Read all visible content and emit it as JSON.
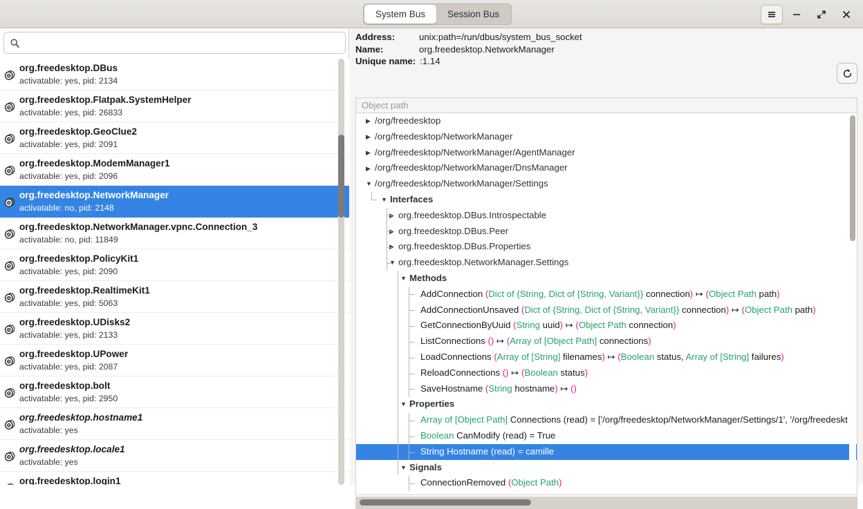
{
  "window": {
    "tabs": [
      {
        "label": "System Bus",
        "active": true
      },
      {
        "label": "Session Bus",
        "active": false
      }
    ],
    "controls": {
      "menu": "hamburger-menu-icon",
      "minimize": "minimize-icon",
      "maximize": "maximize-icon",
      "close": "close-icon"
    }
  },
  "sidebar": {
    "search_placeholder": "",
    "search_value": "",
    "search_icon": "search-icon",
    "items": [
      {
        "name": "org.freedesktop.DBus",
        "detail": "activatable: yes, pid: 2134",
        "selected": false,
        "italic": false
      },
      {
        "name": "org.freedesktop.Flatpak.SystemHelper",
        "detail": "activatable: yes, pid: 26833",
        "selected": false,
        "italic": false
      },
      {
        "name": "org.freedesktop.GeoClue2",
        "detail": "activatable: yes, pid: 2091",
        "selected": false,
        "italic": false
      },
      {
        "name": "org.freedesktop.ModemManager1",
        "detail": "activatable: yes, pid: 2096",
        "selected": false,
        "italic": false
      },
      {
        "name": "org.freedesktop.NetworkManager",
        "detail": "activatable: no, pid: 2148",
        "selected": true,
        "italic": false
      },
      {
        "name": "org.freedesktop.NetworkManager.vpnc.Connection_3",
        "detail": "activatable: no, pid: 11849",
        "selected": false,
        "italic": false
      },
      {
        "name": "org.freedesktop.PolicyKit1",
        "detail": "activatable: yes, pid: 2090",
        "selected": false,
        "italic": false
      },
      {
        "name": "org.freedesktop.RealtimeKit1",
        "detail": "activatable: yes, pid: 5063",
        "selected": false,
        "italic": false
      },
      {
        "name": "org.freedesktop.UDisks2",
        "detail": "activatable: yes, pid: 2133",
        "selected": false,
        "italic": false
      },
      {
        "name": "org.freedesktop.UPower",
        "detail": "activatable: yes, pid: 2087",
        "selected": false,
        "italic": false
      },
      {
        "name": "org.freedesktop.bolt",
        "detail": "activatable: yes, pid: 2950",
        "selected": false,
        "italic": false
      },
      {
        "name": "org.freedesktop.hostname1",
        "detail": "activatable: yes",
        "selected": false,
        "italic": true
      },
      {
        "name": "org.freedesktop.locale1",
        "detail": "activatable: yes",
        "selected": false,
        "italic": true
      },
      {
        "name": "org.freedesktop.login1",
        "detail": "",
        "selected": false,
        "italic": false
      }
    ]
  },
  "info": {
    "address_label": "Address:",
    "address_value": "unix:path=/run/dbus/system_bus_socket",
    "name_label": "Name:",
    "name_value": "org.freedesktop.NetworkManager",
    "unique_label": "Unique name:",
    "unique_value": ":1.14",
    "refresh_icon": "refresh-icon"
  },
  "objectpath": {
    "placeholder": "Object path",
    "value": ""
  },
  "tree": {
    "rows": [
      {
        "kind": "node",
        "indent": 0,
        "arrow": "collapsed",
        "text": "/org/freedesktop",
        "bold": false
      },
      {
        "kind": "node",
        "indent": 0,
        "arrow": "collapsed",
        "text": "/org/freedesktop/NetworkManager",
        "bold": false
      },
      {
        "kind": "node",
        "indent": 0,
        "arrow": "collapsed",
        "text": "/org/freedesktop/NetworkManager/AgentManager",
        "bold": false
      },
      {
        "kind": "node",
        "indent": 0,
        "arrow": "collapsed",
        "text": "/org/freedesktop/NetworkManager/DnsManager",
        "bold": false
      },
      {
        "kind": "node",
        "indent": 0,
        "arrow": "expanded",
        "text": "/org/freedesktop/NetworkManager/Settings",
        "bold": false
      },
      {
        "kind": "node",
        "indent": 1,
        "arrow": "expanded",
        "text": "Interfaces",
        "bold": true
      },
      {
        "kind": "node",
        "indent": 2,
        "arrow": "collapsed",
        "text": "org.freedesktop.DBus.Introspectable",
        "bold": false
      },
      {
        "kind": "node",
        "indent": 2,
        "arrow": "collapsed",
        "text": "org.freedesktop.DBus.Peer",
        "bold": false
      },
      {
        "kind": "node",
        "indent": 2,
        "arrow": "collapsed",
        "text": "org.freedesktop.DBus.Properties",
        "bold": false
      },
      {
        "kind": "node",
        "indent": 2,
        "arrow": "expanded",
        "text": "org.freedesktop.NetworkManager.Settings",
        "bold": false
      },
      {
        "kind": "node",
        "indent": 3,
        "arrow": "expanded",
        "text": "Methods",
        "bold": true
      },
      {
        "kind": "leaf",
        "indent": 4,
        "parts": [
          {
            "t": "AddConnection ",
            "c": "nm"
          },
          {
            "t": "(",
            "c": "mg"
          },
          {
            "t": "Dict of {String, Dict of {String, Variant}}",
            "c": "ty"
          },
          {
            "t": " connection",
            "c": "dim"
          },
          {
            "t": ")",
            "c": "mg"
          },
          {
            "t": " ↦ ",
            "c": "nm"
          },
          {
            "t": "(",
            "c": "mg"
          },
          {
            "t": "Object Path",
            "c": "ty"
          },
          {
            "t": " path",
            "c": "dim"
          },
          {
            "t": ")",
            "c": "mg"
          }
        ]
      },
      {
        "kind": "leaf",
        "indent": 4,
        "parts": [
          {
            "t": "AddConnectionUnsaved ",
            "c": "nm"
          },
          {
            "t": "(",
            "c": "mg"
          },
          {
            "t": "Dict of {String, Dict of {String, Variant}}",
            "c": "ty"
          },
          {
            "t": " connection",
            "c": "dim"
          },
          {
            "t": ")",
            "c": "mg"
          },
          {
            "t": " ↦ ",
            "c": "nm"
          },
          {
            "t": "(",
            "c": "mg"
          },
          {
            "t": "Object Path",
            "c": "ty"
          },
          {
            "t": " path",
            "c": "dim"
          },
          {
            "t": ")",
            "c": "mg"
          }
        ]
      },
      {
        "kind": "leaf",
        "indent": 4,
        "parts": [
          {
            "t": "GetConnectionByUuid ",
            "c": "nm"
          },
          {
            "t": "(",
            "c": "mg"
          },
          {
            "t": "String",
            "c": "ty"
          },
          {
            "t": " uuid",
            "c": "dim"
          },
          {
            "t": ")",
            "c": "mg"
          },
          {
            "t": " ↦ ",
            "c": "nm"
          },
          {
            "t": "(",
            "c": "mg"
          },
          {
            "t": "Object Path",
            "c": "ty"
          },
          {
            "t": " connection",
            "c": "dim"
          },
          {
            "t": ")",
            "c": "mg"
          }
        ]
      },
      {
        "kind": "leaf",
        "indent": 4,
        "parts": [
          {
            "t": "ListConnections ",
            "c": "nm"
          },
          {
            "t": "()",
            "c": "mg"
          },
          {
            "t": " ↦ ",
            "c": "nm"
          },
          {
            "t": "(",
            "c": "mg"
          },
          {
            "t": "Array of [Object Path]",
            "c": "ty"
          },
          {
            "t": " connections",
            "c": "dim"
          },
          {
            "t": ")",
            "c": "mg"
          }
        ]
      },
      {
        "kind": "leaf",
        "indent": 4,
        "parts": [
          {
            "t": "LoadConnections ",
            "c": "nm"
          },
          {
            "t": "(",
            "c": "mg"
          },
          {
            "t": "Array of [String]",
            "c": "ty"
          },
          {
            "t": " filenames",
            "c": "dim"
          },
          {
            "t": ")",
            "c": "mg"
          },
          {
            "t": " ↦ ",
            "c": "nm"
          },
          {
            "t": "(",
            "c": "mg"
          },
          {
            "t": "Boolean",
            "c": "ty"
          },
          {
            "t": " status, ",
            "c": "dim"
          },
          {
            "t": "Array of [String]",
            "c": "ty"
          },
          {
            "t": " failures",
            "c": "dim"
          },
          {
            "t": ")",
            "c": "mg"
          }
        ]
      },
      {
        "kind": "leaf",
        "indent": 4,
        "parts": [
          {
            "t": "ReloadConnections ",
            "c": "nm"
          },
          {
            "t": "()",
            "c": "mg"
          },
          {
            "t": " ↦ ",
            "c": "nm"
          },
          {
            "t": "(",
            "c": "mg"
          },
          {
            "t": "Boolean",
            "c": "ty"
          },
          {
            "t": " status",
            "c": "dim"
          },
          {
            "t": ")",
            "c": "mg"
          }
        ]
      },
      {
        "kind": "leaf",
        "indent": 4,
        "last": true,
        "parts": [
          {
            "t": "SaveHostname ",
            "c": "nm"
          },
          {
            "t": "(",
            "c": "mg"
          },
          {
            "t": "String",
            "c": "ty"
          },
          {
            "t": " hostname",
            "c": "dim"
          },
          {
            "t": ")",
            "c": "mg"
          },
          {
            "t": " ↦ ",
            "c": "nm"
          },
          {
            "t": "()",
            "c": "mg"
          }
        ]
      },
      {
        "kind": "node",
        "indent": 3,
        "arrow": "expanded",
        "text": "Properties",
        "bold": true
      },
      {
        "kind": "leaf",
        "indent": 4,
        "parts": [
          {
            "t": "Array of [Object Path]",
            "c": "ty"
          },
          {
            "t": " Connections (read) = ['/org/freedesktop/NetworkManager/Settings/1', '/org/freedeskt",
            "c": "nm"
          }
        ]
      },
      {
        "kind": "leaf",
        "indent": 4,
        "parts": [
          {
            "t": "Boolean",
            "c": "ty"
          },
          {
            "t": " CanModify (read) = True",
            "c": "nm"
          }
        ]
      },
      {
        "kind": "leaf",
        "indent": 4,
        "last": true,
        "selected": true,
        "parts": [
          {
            "t": "String",
            "c": "ty"
          },
          {
            "t": " Hostname (read) = camille",
            "c": "nm"
          }
        ]
      },
      {
        "kind": "node",
        "indent": 3,
        "arrow": "expanded",
        "text": "Signals",
        "bold": true
      },
      {
        "kind": "leaf",
        "indent": 4,
        "parts": [
          {
            "t": "ConnectionRemoved ",
            "c": "nm"
          },
          {
            "t": "(",
            "c": "mg"
          },
          {
            "t": "Object Path",
            "c": "ty"
          },
          {
            "t": ")",
            "c": "mg"
          }
        ]
      }
    ]
  },
  "colors": {
    "accent": "#3584e4",
    "type_green": "#26a269",
    "paren_magenta": "#e01b9b",
    "chrome": "#e8e6e3"
  }
}
